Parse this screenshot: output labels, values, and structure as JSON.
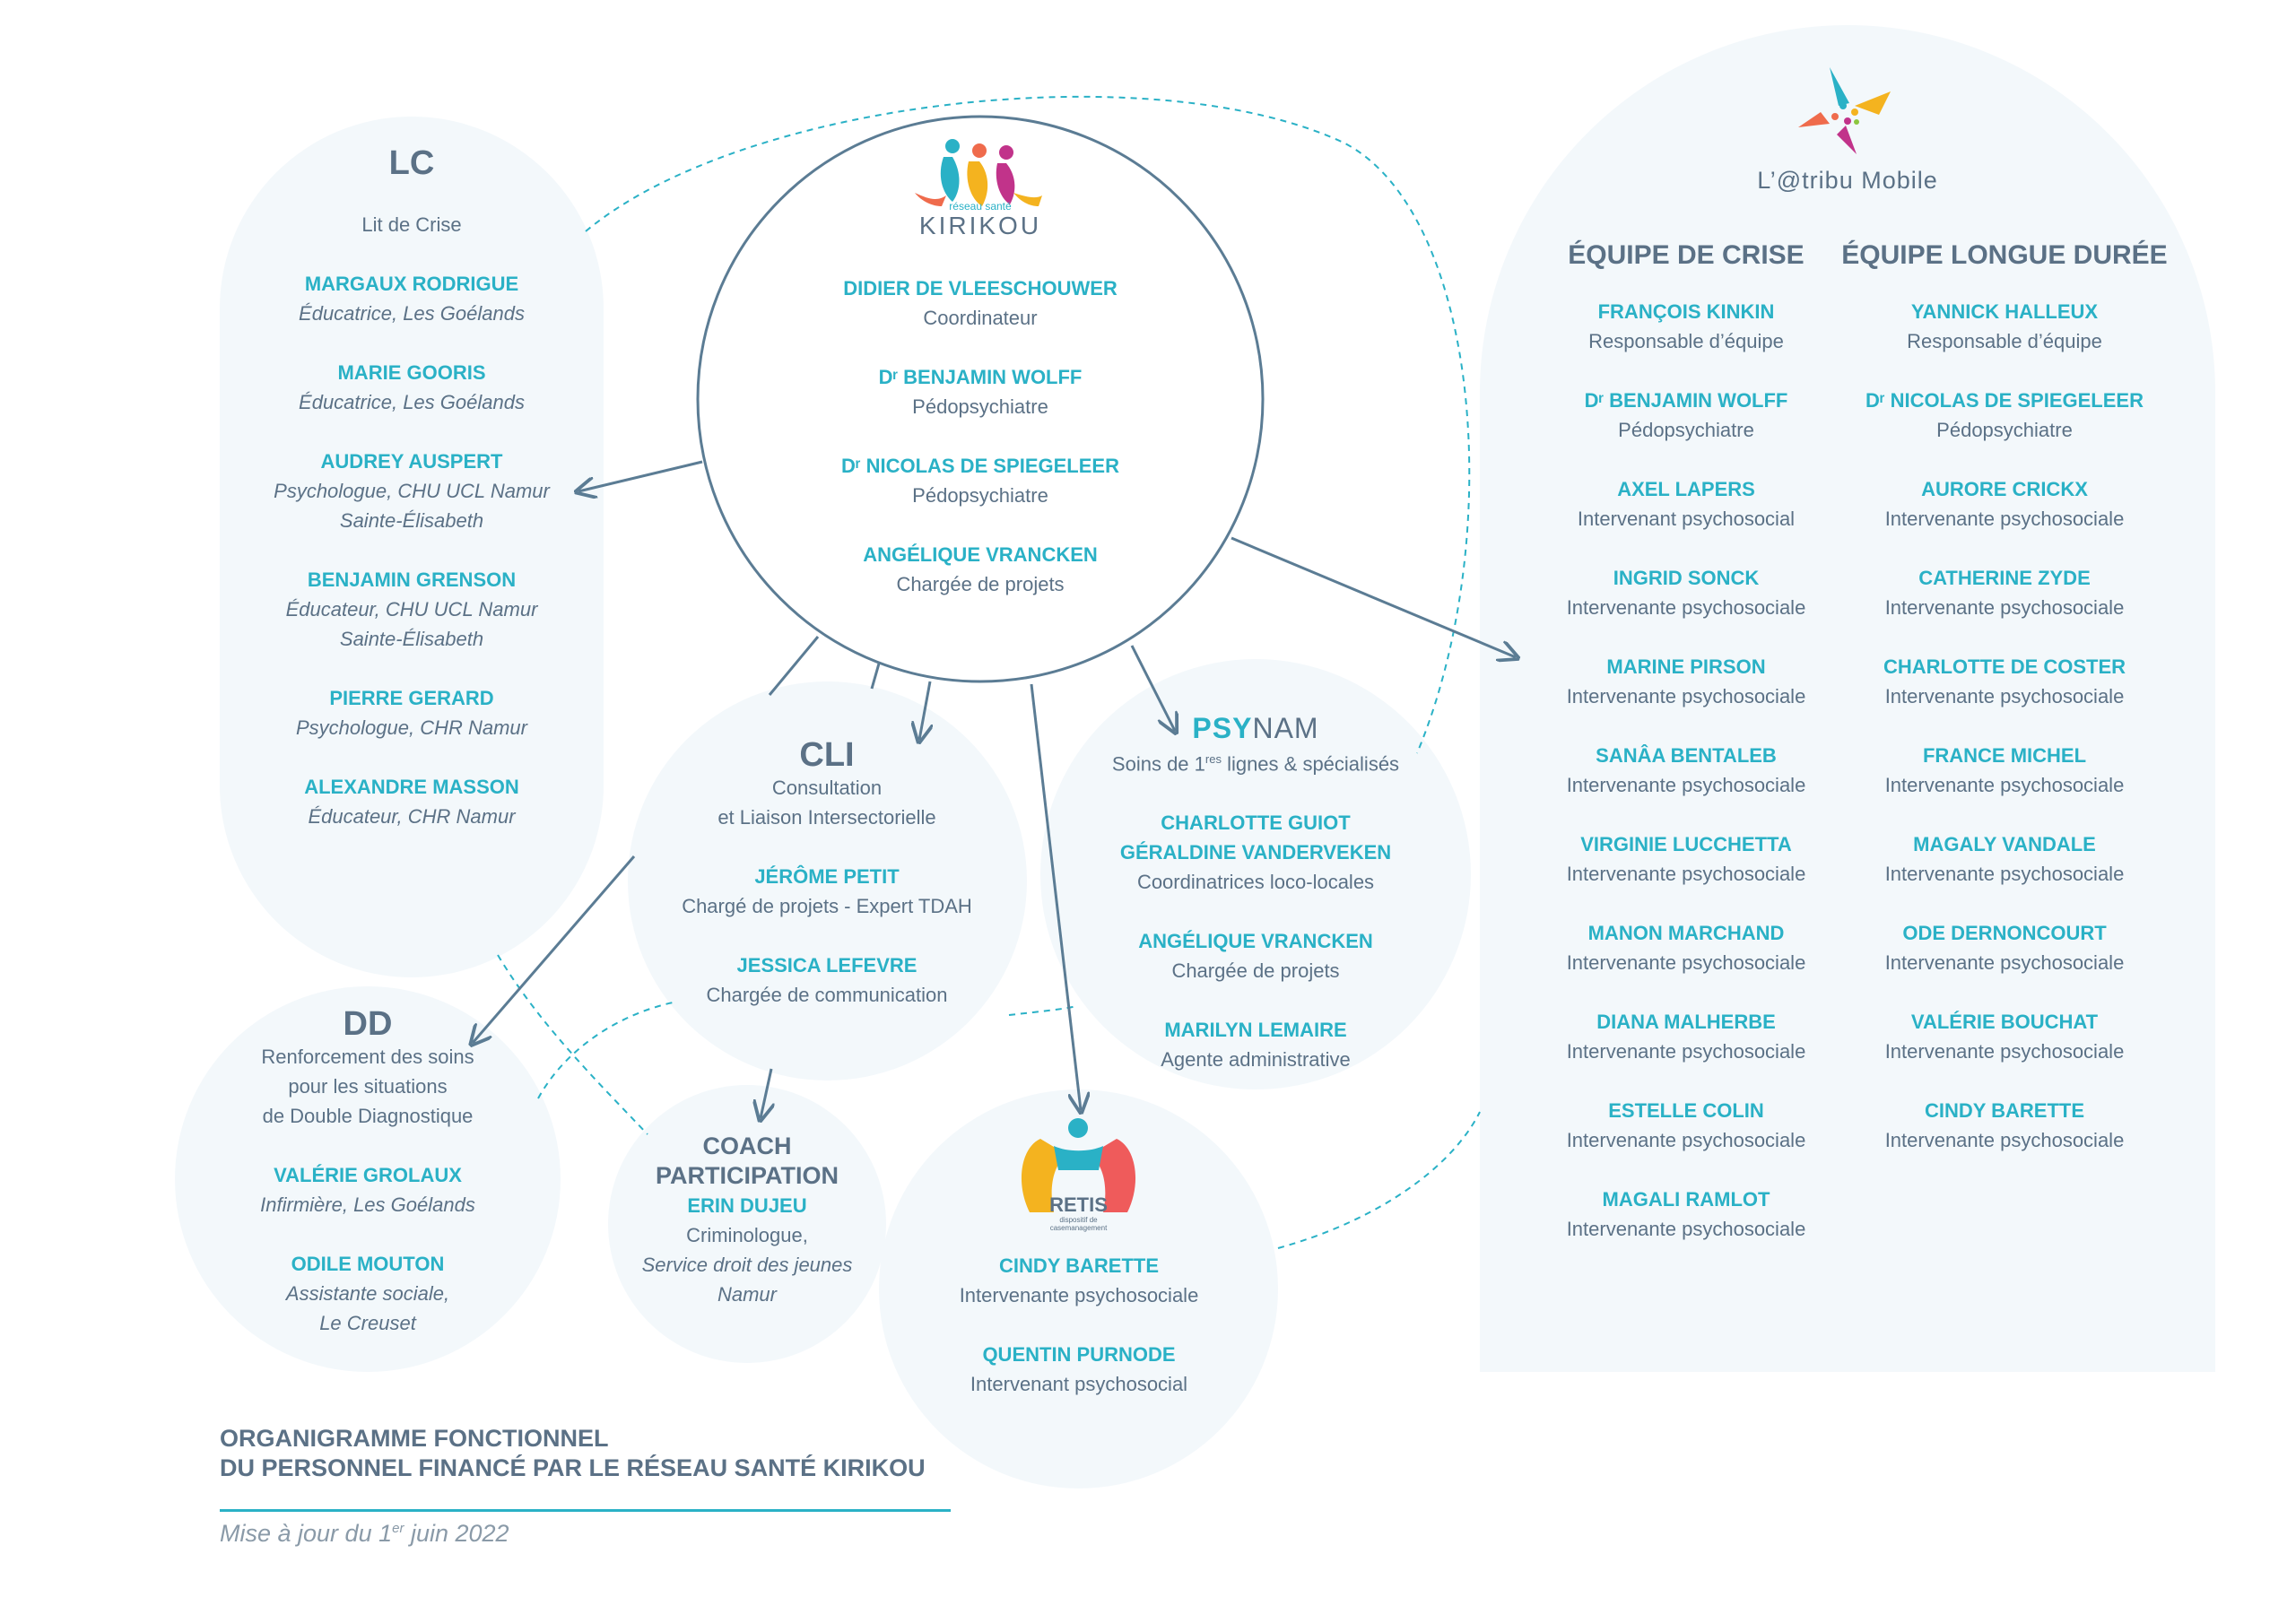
{
  "kirikou": {
    "logo_small": "réseau santé",
    "logo_name": "KIRIKOU",
    "members": [
      {
        "name": "DIDIER DE VLEESCHOUWER",
        "role": "Coordinateur"
      },
      {
        "name": "Dʳ BENJAMIN WOLFF",
        "role": "Pédopsychiatre"
      },
      {
        "name": "Dʳ NICOLAS DE SPIEGELEER",
        "role": "Pédopsychiatre"
      },
      {
        "name": "ANGÉLIQUE VRANCKEN",
        "role": "Chargée de projets"
      }
    ]
  },
  "lc": {
    "title": "LC",
    "subtitle": "Lit de Crise",
    "members": [
      {
        "name": "MARGAUX RODRIGUE",
        "role": [
          "Éducatrice, Les Goélands"
        ]
      },
      {
        "name": "MARIE GOORIS",
        "role": [
          "Éducatrice, Les Goélands"
        ]
      },
      {
        "name": "AUDREY AUSPERT",
        "role": [
          "Psychologue, CHU UCL Namur",
          "Sainte-Élisabeth"
        ]
      },
      {
        "name": "BENJAMIN GRENSON",
        "role": [
          "Éducateur, CHU UCL Namur",
          "Sainte-Élisabeth"
        ]
      },
      {
        "name": "PIERRE GERARD",
        "role": [
          "Psychologue, CHR Namur"
        ]
      },
      {
        "name": "ALEXANDRE MASSON",
        "role": [
          "Éducateur, CHR Namur"
        ]
      }
    ]
  },
  "cli": {
    "title": "CLI",
    "subtitle": [
      "Consultation",
      "et Liaison Intersectorielle"
    ],
    "members": [
      {
        "name": "JÉRÔME PETIT",
        "role": "Chargé de projets - Expert TDAH"
      },
      {
        "name": "JESSICA LEFEVRE",
        "role": "Chargée de communication"
      }
    ]
  },
  "psynam": {
    "title_a": "PSY",
    "title_b": "NAM",
    "subtitle_pre": "Soins de 1",
    "subtitle_sup": "res",
    "subtitle_post": " lignes & spécialisés",
    "groups": [
      {
        "names": [
          "CHARLOTTE GUIOT",
          "GÉRALDINE VANDERVEKEN"
        ],
        "role": "Coordinatrices loco-locales"
      },
      {
        "names": [
          "ANGÉLIQUE VRANCKEN"
        ],
        "role": "Chargée de projets"
      },
      {
        "names": [
          "MARILYN LEMAIRE"
        ],
        "role": "Agente administrative"
      }
    ]
  },
  "dd": {
    "title": "DD",
    "subtitle": [
      "Renforcement des soins",
      "pour les situations",
      "de Double Diagnostique"
    ],
    "members": [
      {
        "name": "VALÉRIE GROLAUX",
        "role": [
          "Infirmière, Les Goélands"
        ]
      },
      {
        "name": "ODILE MOUTON",
        "role": [
          "Assistante sociale,",
          "Le Creuset"
        ]
      }
    ]
  },
  "coach": {
    "title": [
      "COACH",
      "PARTICIPATION"
    ],
    "member_name": "ERIN DUJEU",
    "role_plain": "Criminologue,",
    "role_italic": [
      "Service droit des jeunes",
      "Namur"
    ]
  },
  "retis": {
    "logo_name": "RETIS",
    "logo_small": [
      "dispositif de",
      "casemanagement"
    ],
    "members": [
      {
        "name": "CINDY BARETTE",
        "role": "Intervenante psychosociale"
      },
      {
        "name": "QUENTIN PURNODE",
        "role": "Intervenant psychosocial"
      }
    ]
  },
  "atribu": {
    "logo_text": "L’@tribu Mobile",
    "crise": {
      "title": "ÉQUIPE DE CRISE",
      "members": [
        {
          "name": "FRANÇOIS KINKIN",
          "role": "Responsable d’équipe"
        },
        {
          "name": "Dʳ BENJAMIN WOLFF",
          "role": "Pédopsychiatre"
        },
        {
          "name": "AXEL LAPERS",
          "role": "Intervenant psychosocial"
        },
        {
          "name": "INGRID SONCK",
          "role": "Intervenante psychosociale"
        },
        {
          "name": "MARINE PIRSON",
          "role": "Intervenante psychosociale"
        },
        {
          "name": "SANÂA BENTALEB",
          "role": "Intervenante psychosociale"
        },
        {
          "name": "VIRGINIE LUCCHETTA",
          "role": "Intervenante psychosociale"
        },
        {
          "name": "MANON MARCHAND",
          "role": "Intervenante psychosociale"
        },
        {
          "name": "DIANA MALHERBE",
          "role": "Intervenante psychosociale"
        },
        {
          "name": "ESTELLE COLIN",
          "role": "Intervenante psychosociale"
        },
        {
          "name": "MAGALI RAMLOT",
          "role": "Intervenante psychosociale"
        }
      ]
    },
    "longue": {
      "title": "ÉQUIPE LONGUE DURÉE",
      "members": [
        {
          "name": "YANNICK HALLEUX",
          "role": "Responsable d’équipe"
        },
        {
          "name": "Dʳ NICOLAS DE SPIEGELEER",
          "role": "Pédopsychiatre"
        },
        {
          "name": "AURORE CRICKX",
          "role": "Intervenante psychosociale"
        },
        {
          "name": "CATHERINE ZYDE",
          "role": "Intervenante psychosociale"
        },
        {
          "name": "CHARLOTTE DE COSTER",
          "role": "Intervenante psychosociale"
        },
        {
          "name": "FRANCE MICHEL",
          "role": "Intervenante psychosociale"
        },
        {
          "name": "MAGALY VANDALE",
          "role": "Intervenante psychosociale"
        },
        {
          "name": "ODE DERNONCOURT",
          "role": "Intervenante psychosociale"
        },
        {
          "name": "VALÉRIE BOUCHAT",
          "role": "Intervenante psychosociale"
        },
        {
          "name": "CINDY BARETTE",
          "role": "Intervenante psychosociale"
        }
      ]
    }
  },
  "footer": {
    "title_lines": [
      "ORGANIGRAMME FONCTIONNEL",
      "DU PERSONNEL FINANCÉ PAR LE RÉSEAU SANTÉ KIRIKOU"
    ],
    "date_pre": "Mise à jour du 1",
    "date_sup": "er",
    "date_post": " juin 2022"
  },
  "colors": {
    "accent": "#2ab1c6",
    "text": "#5b7186",
    "bubble": "#f3f8fb",
    "line": "#5b7c94"
  }
}
